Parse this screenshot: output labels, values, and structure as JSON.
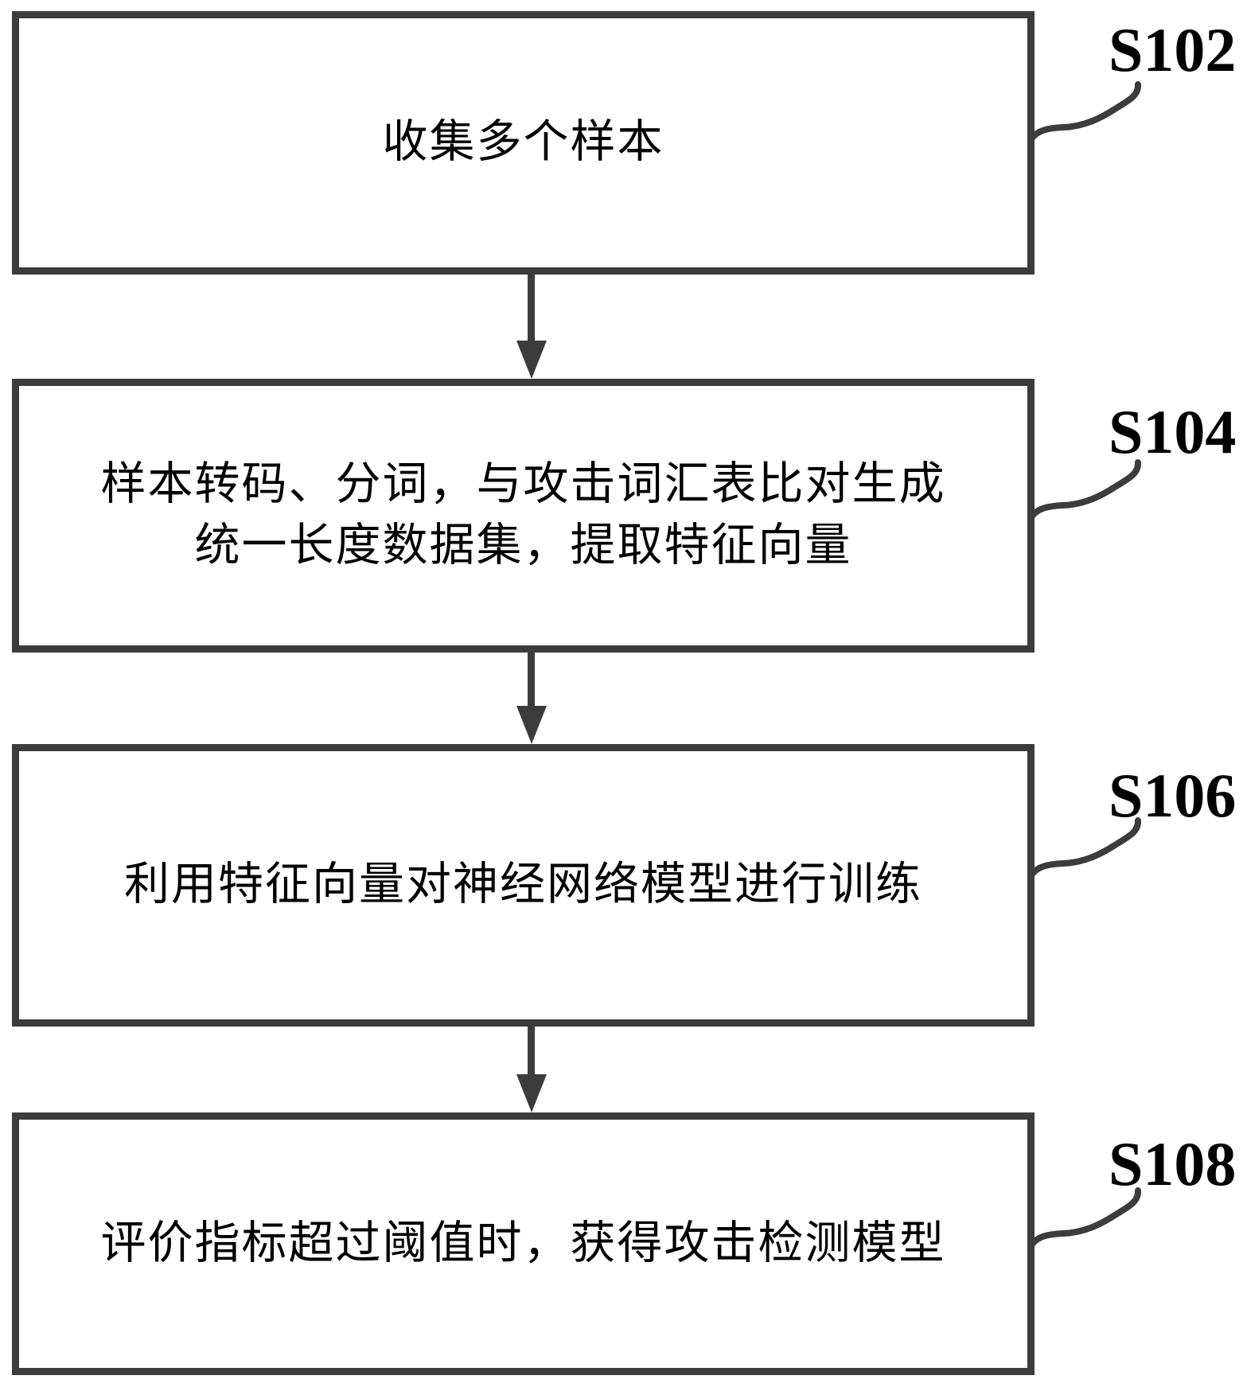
{
  "figure": {
    "background_color": "#ffffff",
    "line_color": "#3c3c3c",
    "text_color": "#000000"
  },
  "flowchart": {
    "type": "vertical-process-flow",
    "steps": [
      {
        "id": "S102",
        "lines": [
          "收集多个样本"
        ]
      },
      {
        "id": "S104",
        "lines": [
          "样本转码、分词，与攻击词汇表比对生成",
          "统一长度数据集，提取特征向量"
        ]
      },
      {
        "id": "S106",
        "lines": [
          "利用特征向量对神经网络模型进行训练"
        ]
      },
      {
        "id": "S108",
        "lines": [
          "评价指标超过阈值时，获得攻击检测模型"
        ]
      }
    ]
  }
}
